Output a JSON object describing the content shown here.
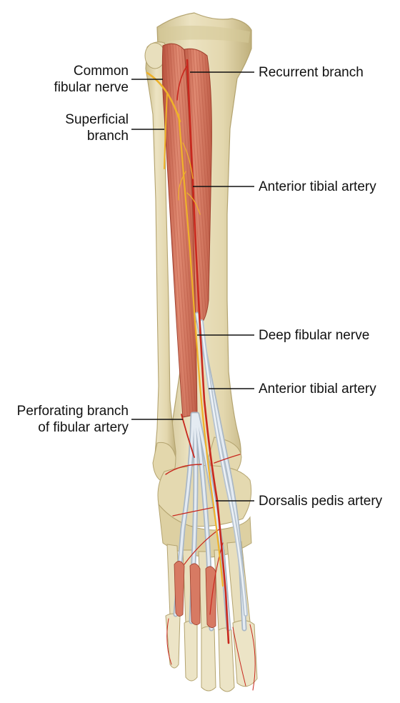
{
  "labels": {
    "common_fibular_nerve": [
      "Common",
      "fibular nerve"
    ],
    "superficial_branch": [
      "Superficial",
      "branch"
    ],
    "recurrent_branch": "Recurrent branch",
    "anterior_tibial_artery_upper": "Anterior tibial artery",
    "deep_fibular_nerve": "Deep fibular nerve",
    "anterior_tibial_artery_lower": "Anterior tibial artery",
    "perforating_branch": [
      "Perforating branch",
      "of fibular artery"
    ],
    "dorsalis_pedis_artery": "Dorsalis pedis artery"
  },
  "colors": {
    "bone": "#e6dcb4",
    "bone_shadow": "#c9bb88",
    "muscle": "#d9755f",
    "muscle_dark": "#b8513c",
    "tendon": "#c9d3dd",
    "nerve": "#f0b428",
    "artery": "#c8281e",
    "leader": "#111111"
  }
}
